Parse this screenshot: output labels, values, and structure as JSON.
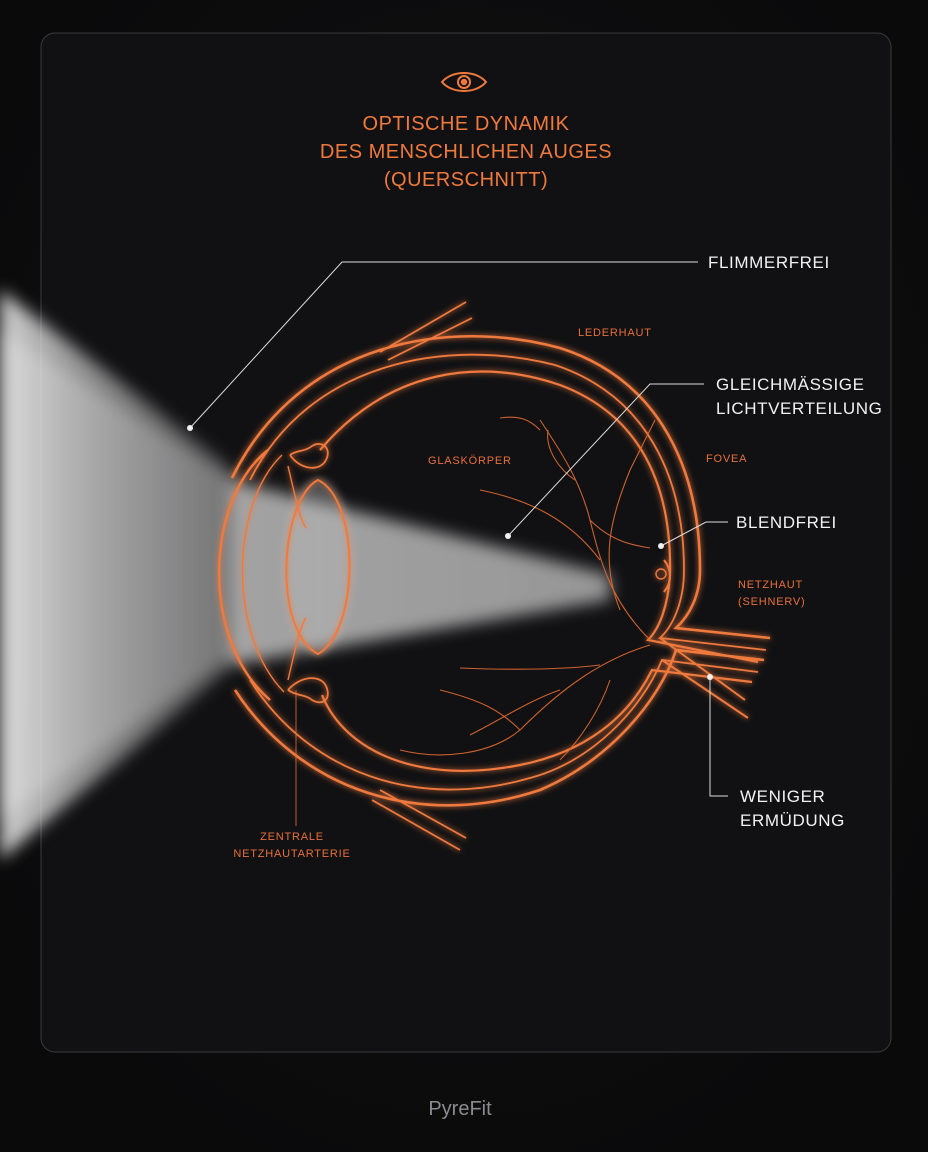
{
  "title": {
    "line1": "OPTISCHE DYNAMIK",
    "line2": "DES MENSCHLICHEN AUGES",
    "line3": "(QUERSCHNITT)"
  },
  "title_icon": "eye-icon",
  "features": {
    "flimmerfrei": "FLIMMERFREI",
    "gleich_line1": "GLEICHMÄSSIGE",
    "gleich_line2": "LICHTVERTEILUNG",
    "blendfrei": "BLENDFREI",
    "weniger_line1": "WENIGER",
    "weniger_line2": "ERMÜDUNG"
  },
  "anatomy": {
    "lederhaut": "LEDERHAUT",
    "glaskoerper": "GLASKÖRPER",
    "fovea": "FOVEA",
    "netzhaut_line1": "NETZHAUT",
    "netzhaut_line2": "(SEHNERV)",
    "zentrale_line1": "ZENTRALE",
    "zentrale_line2": "NETZHAUTARTERIE"
  },
  "brand": "PyreFit",
  "colors": {
    "background": "#0b0b0c",
    "panel": "#111113",
    "accent": "#f07a3e",
    "feature_text": "#f2f2f2",
    "brand_text": "#8b8b8f"
  }
}
